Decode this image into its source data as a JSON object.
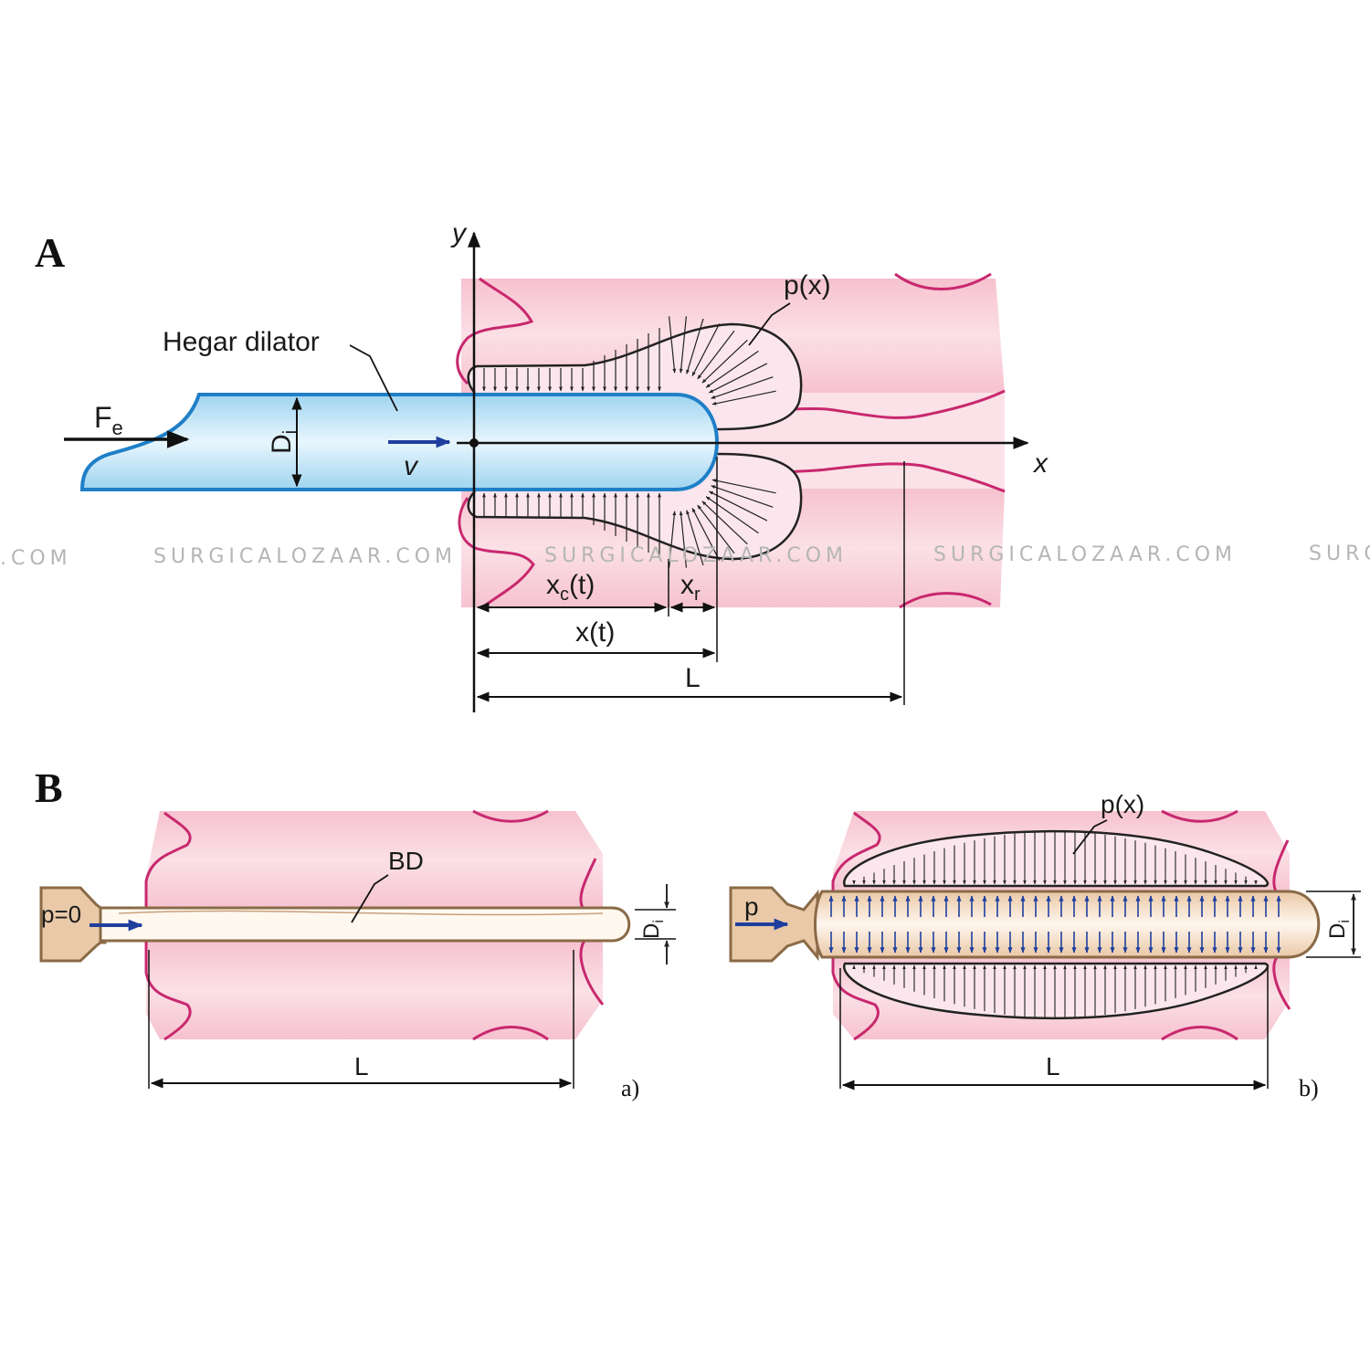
{
  "panel_a": {
    "letter": "A",
    "axis_y": "y",
    "axis_x": "x",
    "dilator_label": "Hegar dilator",
    "force_label": "F",
    "force_sub": "e",
    "diameter_label": "D",
    "diameter_sub": "i",
    "velocity_label": "v",
    "pressure_label": "p(x)",
    "xc_label": "x",
    "xc_sub": "c",
    "xc_arg": "(t)",
    "xr_label": "x",
    "xr_sub": "r",
    "xt_label": "x(t)",
    "length_label": "L"
  },
  "panel_b": {
    "letter": "B",
    "a": {
      "pressure_label": "p=0",
      "device_label": "BD",
      "diameter_label": "D",
      "diameter_sub": "i",
      "length_label": "L",
      "caption": "a)"
    },
    "b": {
      "pressure_label": "p",
      "profile_label": "p(x)",
      "diameter_label": "D",
      "diameter_sub": "i",
      "length_label": "L",
      "caption": "b)"
    }
  },
  "watermark": {
    "items": [
      ".COM",
      "SURGICALOZAAR.COM",
      "SURGICALOZAAR.COM",
      "SURGICALOZAAR.COM",
      "SURG"
    ]
  },
  "colors": {
    "tissue_fill": "#f6c6d0",
    "tissue_edge": "#c8286e",
    "dilator_fill": "#bfe4f6",
    "dilator_edge": "#1f7fc7",
    "balloon_fill": "#fbe7d6",
    "balloon_edge": "#8a6a47",
    "velocity_arrow": "#1f3f9e"
  }
}
